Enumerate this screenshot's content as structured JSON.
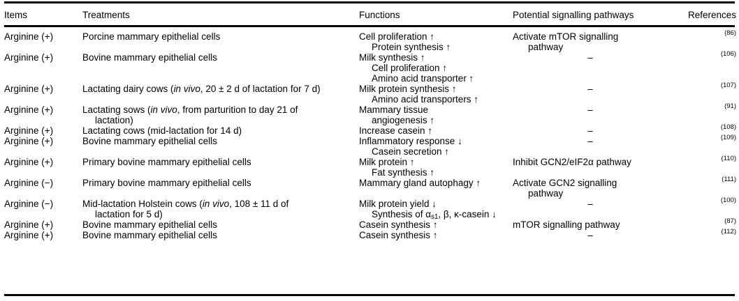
{
  "table": {
    "columns": [
      {
        "key": "items",
        "label": "Items"
      },
      {
        "key": "treatments",
        "label": "Treatments"
      },
      {
        "key": "functions",
        "label": "Functions"
      },
      {
        "key": "pathways",
        "label": "Potential signalling pathways"
      },
      {
        "key": "references",
        "label": "References"
      }
    ],
    "rows": [
      {
        "items": "Arginine (+)",
        "treatments_lines": [
          "Porcine mammary epithelial cells"
        ],
        "functions_lines": [
          "Cell proliferation ↑",
          "Protein synthesis ↑"
        ],
        "pathway_lines": [
          "Activate mTOR signalling",
          "pathway"
        ],
        "pathway_is_dash": false,
        "references": "(86)"
      },
      {
        "items": "Arginine (+)",
        "treatments_lines": [
          "Bovine mammary epithelial cells"
        ],
        "functions_lines": [
          "Milk synthesis ↑",
          "Cell proliferation ↑",
          "Amino acid transporter ↑"
        ],
        "pathway_lines": [
          "–"
        ],
        "pathway_is_dash": true,
        "references": "(106)"
      },
      {
        "items": "Arginine (+)",
        "treatments_lines": [
          "Lactating dairy cows (in vivo, 20 ± 2 d of lactation for 7 d)"
        ],
        "functions_lines": [
          "Milk protein synthesis ↑",
          "Amino acid transporters ↑"
        ],
        "pathway_lines": [
          "–"
        ],
        "pathway_is_dash": true,
        "references": "(107)"
      },
      {
        "items": "Arginine (+)",
        "treatments_lines": [
          "Lactating sows (in vivo, from parturition to day 21 of",
          "lactation)"
        ],
        "functions_lines": [
          "Mammary tissue",
          "angiogenesis ↑"
        ],
        "pathway_lines": [
          "–"
        ],
        "pathway_is_dash": true,
        "references": "(91)"
      },
      {
        "items": "Arginine (+)",
        "treatments_lines": [
          "Lactating cows (mid-lactation for 14 d)"
        ],
        "functions_lines": [
          "Increase casein ↑"
        ],
        "pathway_lines": [
          "–"
        ],
        "pathway_is_dash": true,
        "references": "(108)"
      },
      {
        "items": "Arginine (+)",
        "treatments_lines": [
          "Bovine mammary epithelial cells"
        ],
        "functions_lines": [
          "Inflammatory response ↓",
          "Casein secretion ↑"
        ],
        "pathway_lines": [
          "–"
        ],
        "pathway_is_dash": true,
        "references": "(109)"
      },
      {
        "items": "Arginine (+)",
        "treatments_lines": [
          "Primary bovine mammary epithelial cells"
        ],
        "functions_lines": [
          "Milk protein ↑",
          "Fat synthesis ↑"
        ],
        "pathway_lines": [
          "Inhibit GCN2/eIF2α pathway"
        ],
        "pathway_is_dash": false,
        "references": "(110)"
      },
      {
        "items": "Arginine (−)",
        "treatments_lines": [
          "Primary bovine mammary epithelial cells"
        ],
        "functions_lines": [
          "Mammary gland autophagy ↑"
        ],
        "pathway_lines": [
          "Activate GCN2 signalling",
          "pathway"
        ],
        "pathway_is_dash": false,
        "references": "(111)"
      },
      {
        "items": "Arginine (−)",
        "treatments_lines": [
          "Mid-lactation Holstein cows (in vivo, 108 ± 11 d of",
          "lactation for 5 d)"
        ],
        "functions_lines": [
          "Milk protein yield ↓",
          "Synthesis of αs1, β, κ-casein ↓"
        ],
        "pathway_lines": [
          "–"
        ],
        "pathway_is_dash": true,
        "references": "(100)"
      },
      {
        "items": "Arginine (+)",
        "treatments_lines": [
          "Bovine mammary epithelial cells"
        ],
        "functions_lines": [
          "Casein synthesis ↑"
        ],
        "pathway_lines": [
          "mTOR signalling pathway"
        ],
        "pathway_is_dash": false,
        "references": "(87)"
      },
      {
        "items": "Arginine (+)",
        "treatments_lines": [
          "Bovine mammary epithelial cells"
        ],
        "functions_lines": [
          "Casein synthesis ↑"
        ],
        "pathway_lines": [
          "–"
        ],
        "pathway_is_dash": true,
        "references": "(112)"
      }
    ]
  },
  "header_labels": {
    "items": "Items",
    "treatments": "Treatments",
    "functions": "Functions",
    "pathways": "Potential signalling pathways",
    "references": "References"
  }
}
